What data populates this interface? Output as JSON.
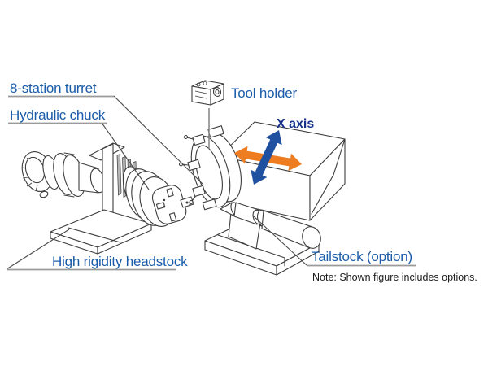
{
  "callouts": {
    "turret": {
      "label": "8-station turret"
    },
    "chuck": {
      "label": "Hydraulic chuck"
    },
    "tool_holder": {
      "label": "Tool holder"
    },
    "x_axis": {
      "label": "X axis"
    },
    "headstock": {
      "label": "High rigidity headstock"
    },
    "tailstock": {
      "label": "Tailstock (option)"
    }
  },
  "note": "Note: Shown figure includes options.",
  "colors": {
    "label_blue": "#1a5caa",
    "axis_navy": "#16338e",
    "arrow_blue": "#2050a0",
    "arrow_orange": "#ee7c21",
    "linework": "#3c3c3c",
    "underline": "#9a9a9a",
    "background": "#ffffff"
  },
  "icons": {
    "tool_holder_icon": "tool-holder-block-with-bore",
    "x_axis_arrows": "crossed-double-headed-arrows"
  }
}
